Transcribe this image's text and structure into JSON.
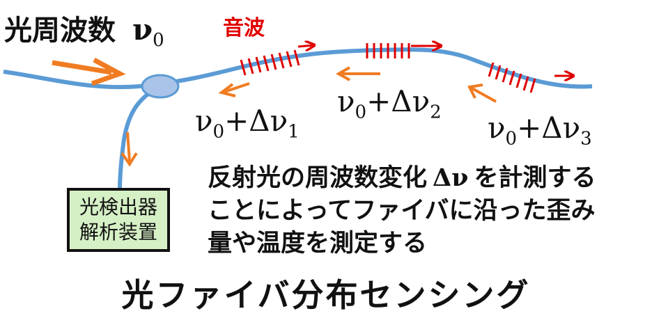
{
  "input": {
    "label": "光周波数",
    "nu": "ν",
    "sub": "0"
  },
  "acoustic": {
    "label": "音波"
  },
  "shifts": [
    {
      "base": "ν",
      "base_sub": "0",
      "plus": "+Δν",
      "sub": "1"
    },
    {
      "base": "ν",
      "base_sub": "0",
      "plus": "+Δν",
      "sub": "2"
    },
    {
      "base": "ν",
      "base_sub": "0",
      "plus": "+Δν",
      "sub": "3"
    }
  ],
  "detector": {
    "line1": "光検出器",
    "line2": "解析装置"
  },
  "description": {
    "line1_pre": "反射光の周波数変化",
    "line1_sym": "Δν",
    "line1_post": "を計測する",
    "line2": "ことによってファイバに沿った歪み",
    "line3": "量や温度を測定する"
  },
  "title": "光ファイバ分布センシング",
  "colors": {
    "fiber": "#5b9bd5",
    "arrow": "#f07c22",
    "red": "#e00000",
    "coupler": "#a9c4e8",
    "detector_bg": "#d6f0c6"
  }
}
